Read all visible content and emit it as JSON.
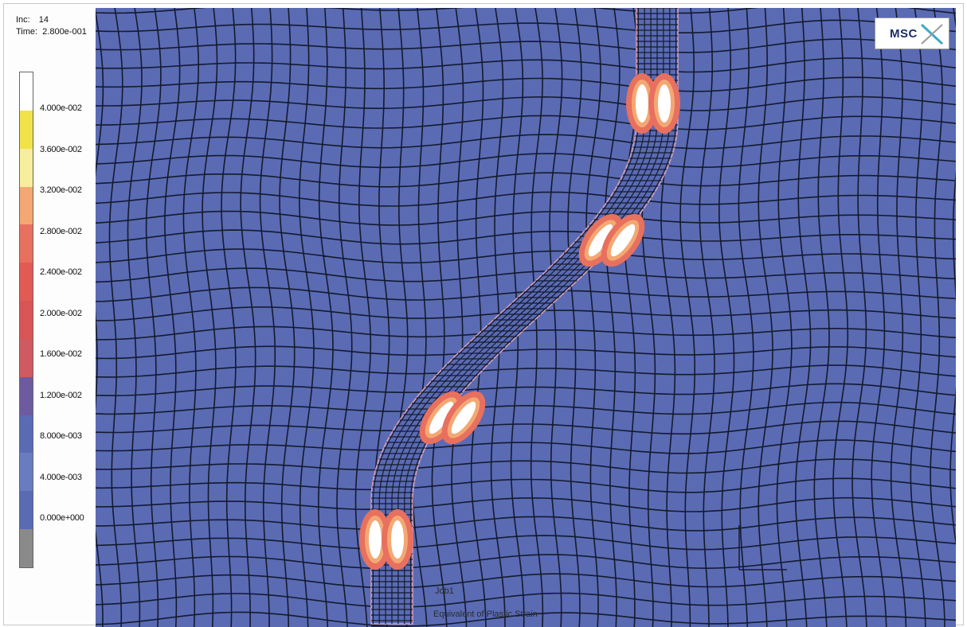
{
  "increment": {
    "label": "Inc:",
    "value": "14"
  },
  "time": {
    "label": "Time:",
    "value": "2.800e-001"
  },
  "legend": {
    "ticks": [
      "4.000e-002",
      "3.600e-002",
      "3.200e-002",
      "2.800e-002",
      "2.400e-002",
      "2.000e-002",
      "1.600e-002",
      "1.200e-002",
      "8.000e-003",
      "4.000e-003",
      "0.000e+000"
    ],
    "colors": [
      "#ffffff",
      "#f2e24a",
      "#f6ee9c",
      "#f3a873",
      "#e8705e",
      "#e25a55",
      "#d85555",
      "#cf5a62",
      "#6e5aa0",
      "#5a6bb4",
      "#6a7cc0",
      "#5a6bb4",
      "#8a8a8a"
    ]
  },
  "model_labels": {
    "job": "Job1",
    "quantity": "Equivalent of Plastic Strain"
  },
  "logo": {
    "text": "MSC",
    "icon": "msc-x-logo-icon"
  },
  "colors": {
    "background": "#5a6bb4",
    "mesh": "#141a2e",
    "hot": "#ffffff",
    "warm": "#e8705e"
  }
}
